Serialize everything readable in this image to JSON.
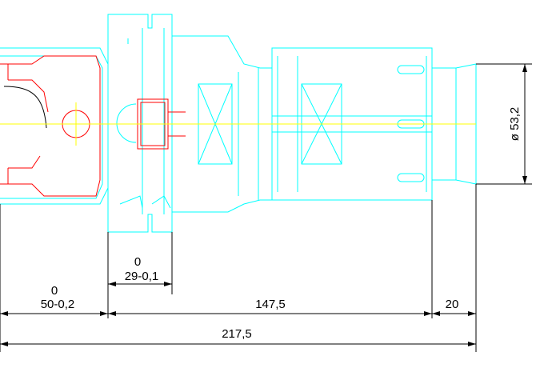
{
  "colors": {
    "outline": "#00ffff",
    "inner": "#ff0000",
    "centerline": "#ffff00",
    "dimension": "#000000",
    "background": "#ffffff"
  },
  "dimensions": {
    "tol_upper_1": "0",
    "len_1": "50-0,2",
    "tol_upper_2": "0",
    "len_2": "29-0,1",
    "len_3": "147,5",
    "len_4": "20",
    "total": "217,5",
    "diameter": "ø 53,2"
  }
}
